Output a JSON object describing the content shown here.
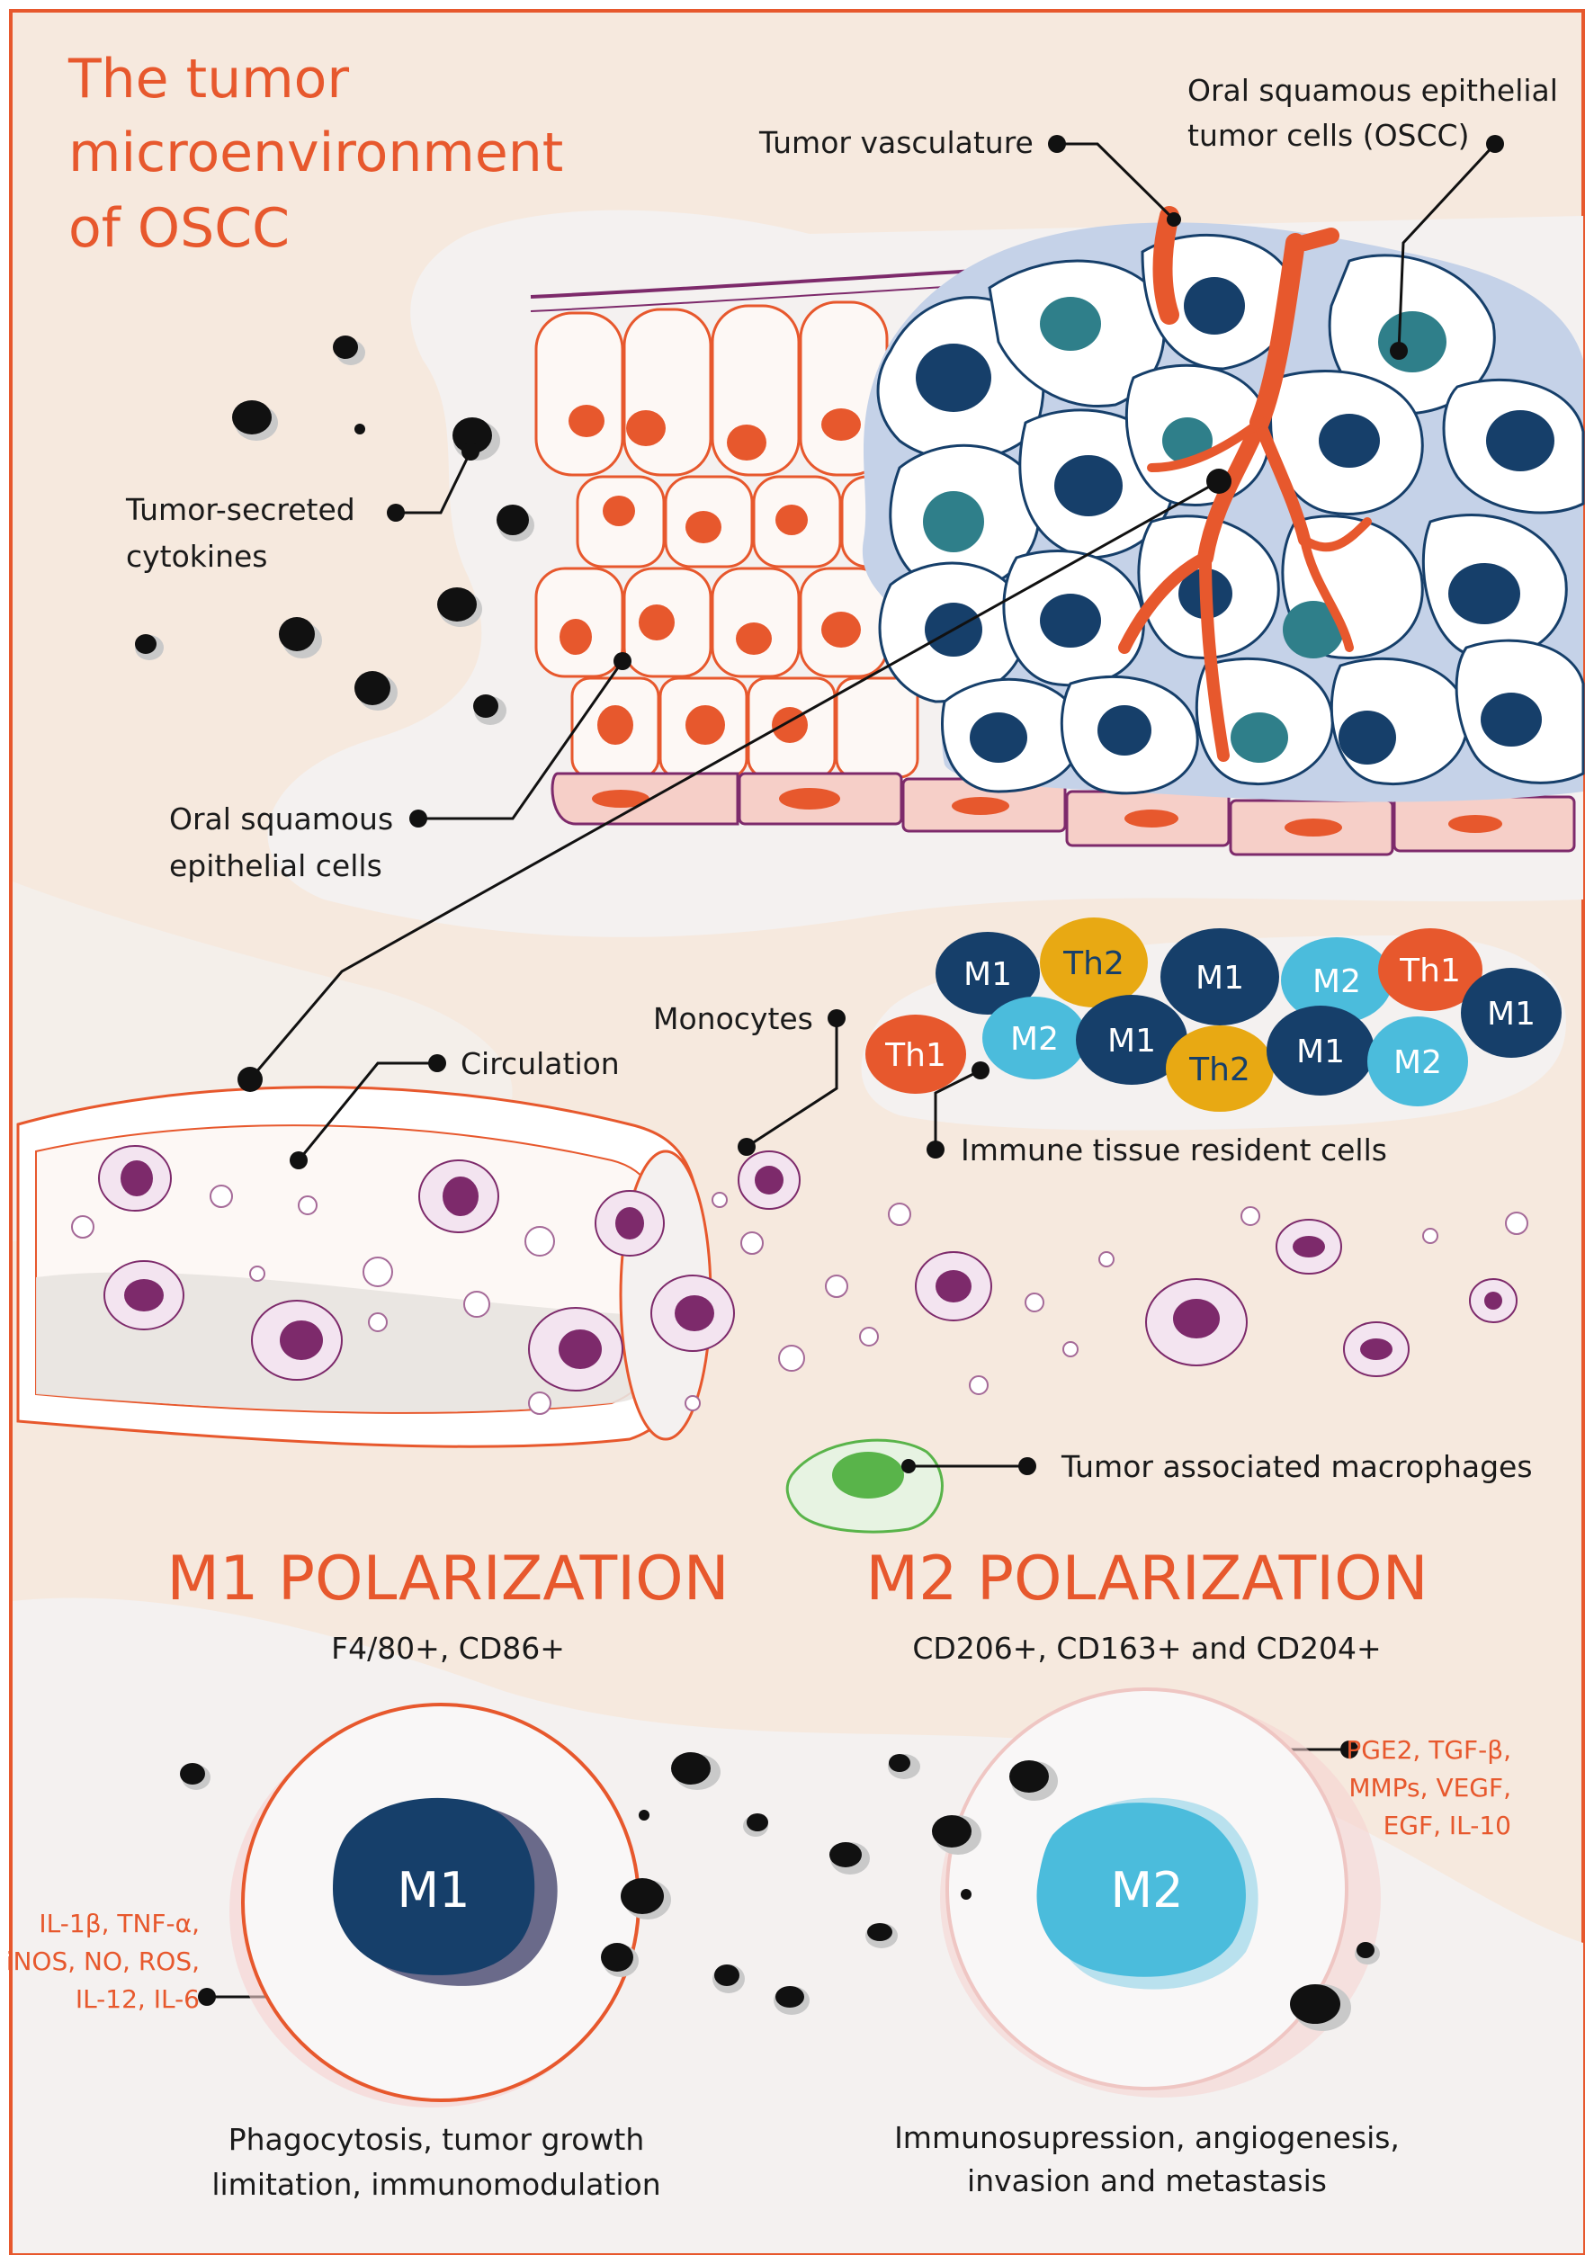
{
  "title": {
    "line1": "The tumor",
    "line2": "microenvironment",
    "line3": "of OSCC"
  },
  "labels": {
    "vasculature": "Tumor vasculature",
    "oscc_line1": "Oral squamous epithelial",
    "oscc_line2": "tumor cells (OSCC)",
    "cytokines_line1": "Tumor-secreted",
    "cytokines_line2": "cytokines",
    "epithelial_line1": "Oral squamous",
    "epithelial_line2": "epithelial cells",
    "circulation": "Circulation",
    "monocytes": "Monocytes",
    "immune_resident": "Immune tissue resident cells",
    "tam": "Tumor associated macrophages"
  },
  "immune_cells": [
    {
      "label": "M1",
      "color": "#163f6a"
    },
    {
      "label": "Th2",
      "color": "#e8a913"
    },
    {
      "label": "M1",
      "color": "#163f6a"
    },
    {
      "label": "M2",
      "color": "#4bbcdc"
    },
    {
      "label": "Th1",
      "color": "#e7582d"
    },
    {
      "label": "M1",
      "color": "#163f6a"
    },
    {
      "label": "Th1",
      "color": "#e7582d"
    },
    {
      "label": "M2",
      "color": "#4bbcdc"
    },
    {
      "label": "M1",
      "color": "#163f6a"
    },
    {
      "label": "Th2",
      "color": "#e8a913"
    },
    {
      "label": "M1",
      "color": "#163f6a"
    },
    {
      "label": "M2",
      "color": "#4bbcdc"
    }
  ],
  "m1": {
    "heading": "M1 POLARIZATION",
    "markers": "F4/80+, CD86+",
    "cell_label": "M1",
    "cytokines": [
      "IL-1β, TNF-α,",
      "iNOS, NO, ROS,",
      "IL-12, IL-6"
    ],
    "function_line1": "Phagocytosis, tumor growth",
    "function_line2": "limitation, immunomodulation"
  },
  "m2": {
    "heading": "M2 POLARIZATION",
    "markers": "CD206+, CD163+ and CD204+",
    "cell_label": "M2",
    "cytokines": [
      "PGE2, TGF-β,",
      "MMPs, VEGF,",
      "EGF, IL-10"
    ],
    "function_line1": "Immunosupression, angiogenesis,",
    "function_line2": "invasion and metastasis"
  },
  "colors": {
    "accent": "#e7582d",
    "background": "#f6e9de",
    "border": "#e7582d",
    "dark_blue": "#163f6a",
    "teal": "#2f7f8a",
    "light_blue": "#4bbcdc",
    "yellow": "#e8a913",
    "purple": "#7d2a6b",
    "green": "#59b44a",
    "text": "#1a1a1a"
  }
}
